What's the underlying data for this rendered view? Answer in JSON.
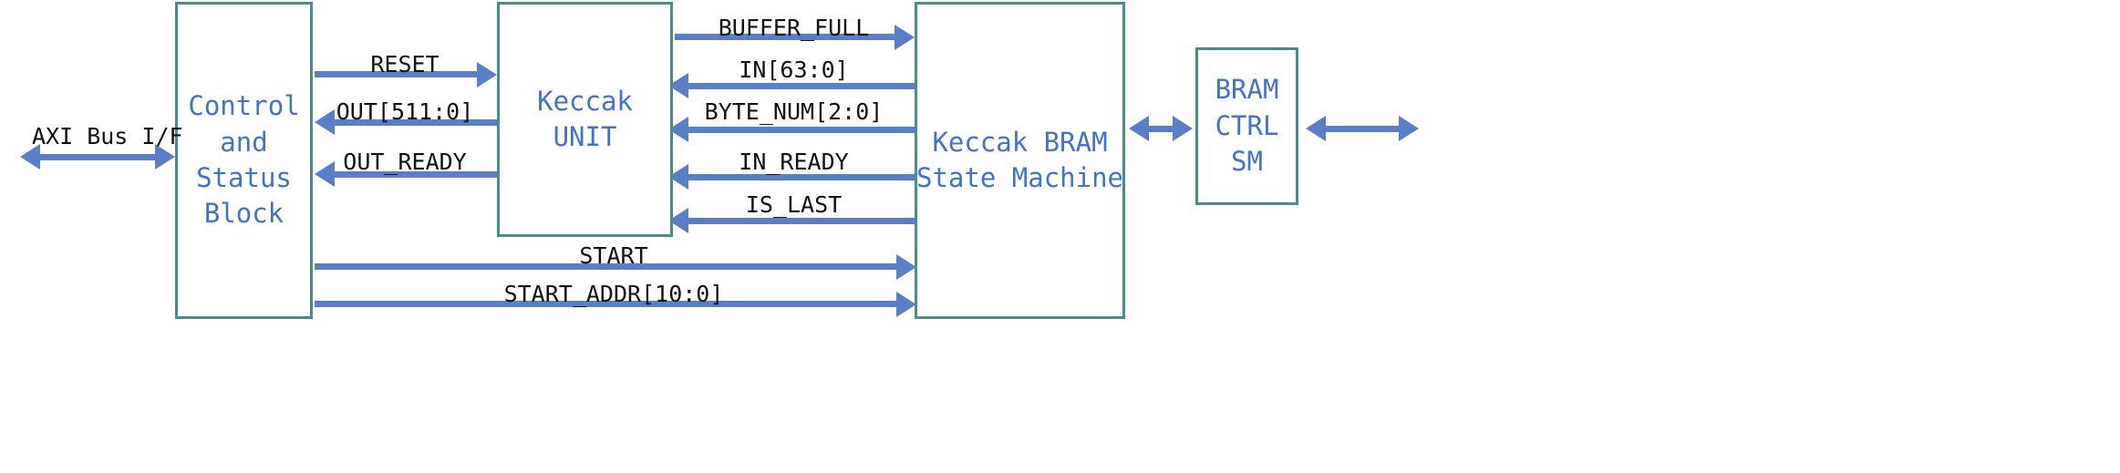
{
  "diagram": {
    "title": "Keccak hardware block diagram",
    "colors": {
      "block_border": "#4a8c8c",
      "block_text": "#4472c4",
      "arrow": "#5b7fc7",
      "label_text": "#111111",
      "background": "#ffffff"
    }
  },
  "blocks": {
    "control": {
      "lines": [
        "Control",
        "and",
        "Status",
        "Block"
      ]
    },
    "keccak": {
      "lines": [
        "Keccak",
        "UNIT"
      ]
    },
    "bram_sm": {
      "lines": [
        "Keccak BRAM",
        "State Machine"
      ]
    },
    "bram_ctrl": {
      "lines": [
        "BRAM",
        "CTRL",
        "SM"
      ]
    }
  },
  "external": {
    "axi_label": "AXI Bus I/F"
  },
  "signals": {
    "control_keccak": [
      {
        "label": "RESET",
        "direction": "right"
      },
      {
        "label": "OUT[511:0]",
        "direction": "left"
      },
      {
        "label": "OUT_READY",
        "direction": "left"
      }
    ],
    "keccak_bramsm": [
      {
        "label": "BUFFER_FULL",
        "direction": "right"
      },
      {
        "label": "IN[63:0]",
        "direction": "left"
      },
      {
        "label": "BYTE_NUM[2:0]",
        "direction": "left"
      },
      {
        "label": "IN_READY",
        "direction": "left"
      },
      {
        "label": "IS_LAST",
        "direction": "left"
      }
    ],
    "control_bramsm": [
      {
        "label": "START",
        "direction": "right"
      },
      {
        "label": "START_ADDR[10:0]",
        "direction": "right"
      }
    ]
  }
}
